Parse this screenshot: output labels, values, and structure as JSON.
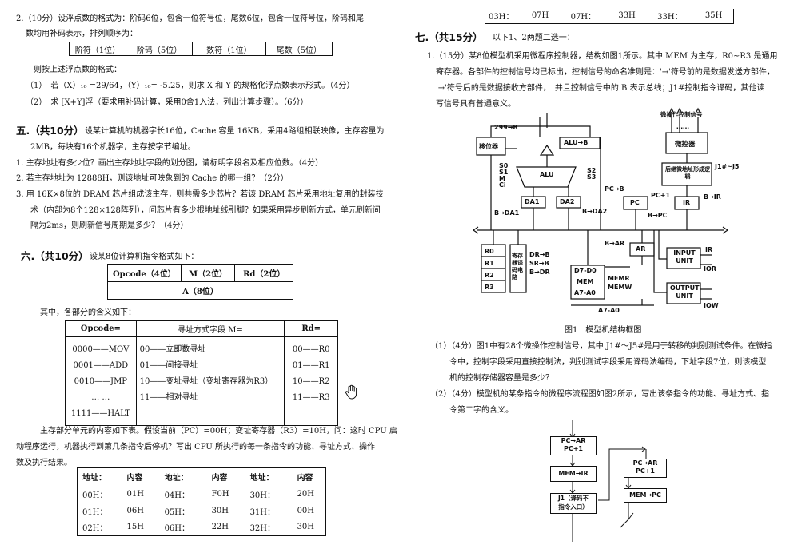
{
  "left": {
    "q2": {
      "line1": "2.（10分）设浮点数的格式为：阶码6位，包含一位符号位，尾数6位，包含一位符号位，阶码和尾",
      "line2": "数均用补码表示，排列顺序为：",
      "fmt": [
        "阶符（1位）",
        "阶码（5位）",
        "数符（1位）",
        "尾数（5位）"
      ],
      "line3": "则按上述浮点数的格式：",
      "sub1": "（1）　若（X）₁₀ =29/64，（Y）₁₀= -5.25，则求 X 和 Y 的规格化浮点数表示形式。（4分）",
      "sub2": "（2）　求 [X+Y]浮（要求用补码计算，采用0舍1入法，列出计算步骤）。（6分）"
    },
    "q5": {
      "title": "五.（共10分）",
      "line1": "设某计算机的机器字长16位，Cache 容量 16KB，采用4路组相联映像，主存容量为",
      "line2": "2MB，每块有16个机器字，主存按字节编址。",
      "items": [
        "1. 主存地址有多少位？画出主存地址字段的划分图，请标明字段名及相应位数。（4分）",
        "2. 若主存地址为 12888H，则该地址可映象到的 Cache 的哪一组？（2分）",
        "3. 用 16K×8位的 DRAM 芯片组成该主存，则共需多少芯片？若该 DRAM 芯片采用地址复用的封装技",
        "术（内部为8个128×128阵列），问芯片有多少根地址线引脚？如果采用异步刷新方式，单元刷新间",
        "隔为2ms，则刷新信号周期是多少？（4分）"
      ]
    },
    "q6": {
      "title": "六.（共10分）",
      "intro": "设某8位计算机指令格式如下：",
      "fmt_row1": [
        "Opcode（4位）",
        "M（2位）",
        "Rd（2位）"
      ],
      "fmt_row2": "A（8位）",
      "meaning": "其中，各部分的含义如下：",
      "table_headers": [
        "Opcode=",
        "寻址方式字段 M=",
        "Rd="
      ],
      "opcode_col": [
        "0000——MOV",
        "0001——ADD",
        "0010——JMP",
        "… …",
        "1111——HALT"
      ],
      "m_col": [
        "00——立即数寻址",
        "01——间接寻址",
        "10——变址寻址（变址寄存器为R3）",
        "11——相对寻址"
      ],
      "rd_col": [
        "00——R0",
        "01——R1",
        "10——R2",
        "11——R3"
      ],
      "para1": "主存部分单元的内容如下表。假设当前（PC）=00H；变址寄存器（R3）=10H，问：这时 CPU 启",
      "para2": "动程序运行，机器执行到第几条指令后停机？写出 CPU 所执行的每一条指令的功能、寻址方式、操作",
      "para3": "数及执行结果。",
      "mem_headers": [
        "地址：",
        "内容",
        "地址：",
        "内容",
        "地址：",
        "内容"
      ],
      "mem_rows": [
        [
          "00H：",
          "01H",
          "04H：",
          "F0H",
          "30H：",
          "20H"
        ],
        [
          "01H：",
          "06H",
          "05H：",
          "30H",
          "31H：",
          "00H"
        ],
        [
          "02H：",
          "15H",
          "06H：",
          "22H",
          "32H：",
          "30H"
        ]
      ]
    }
  },
  "right": {
    "mem_top_row": [
      "03H：",
      "07H",
      "07H：",
      "33H",
      "33H：",
      "35H"
    ],
    "q7": {
      "title": "七.（共15分）",
      "intro": "以下1、2两题二选一：",
      "p1": "1.（15分）某8位模型机采用微程序控制器，结构如图1所示。其中 MEM 为主存，R0~R3 是通用",
      "p2": "寄存器。各部件的控制信号均已标出，控制信号的命名准则是：'→'符号前的是数据发送方部件，",
      "p3": "'→'符号后的是数据接收方部件，　并且控制信号中的 B 表示总线；J1#控制指令译码，其他读",
      "p4": "写信号具有普通意义。",
      "fig_caption": "图1　模型机结构框图",
      "sub1a": "（1）（4分）图1中有28个微操作控制信号，其中 J1#～J5#是用于转移的判别测试条件。在微指",
      "sub1b": "令中，控制字段采用直接控制法，判别测试字段采用译码法编码，下址字段7位，则该模型",
      "sub1c": "机的控制存储器容量是多少？",
      "sub2a": "（2）（4分）模型机的某条指令的微程序流程图如图2所示，写出该条指令的功能、寻址方式、指",
      "sub2b": "令第二字的含义。"
    },
    "diagram": {
      "micro_signals": "微操作控制信号",
      "dots": "……",
      "signal_299": "299→B",
      "shifter": "移位器",
      "alu_b": "ALU→B",
      "alu": "ALU",
      "s0": "S0",
      "s1": "S1",
      "m": "M",
      "ci": "Ci",
      "s2": "S2",
      "s3": "S3",
      "da1": "DA1",
      "da2": "DA2",
      "b_da1": "B→DA1",
      "b_da2": "B→DA2",
      "microcontroller": "微控器",
      "jcircuit": "后继微地址形成逻辑",
      "j1_5": "J1#~J5",
      "pc_b": "PC→B",
      "pc_1": "PC+1",
      "pc": "PC",
      "b_pc": "B→PC",
      "ir": "IR",
      "b_ir": "B→IR",
      "b_ar": "B→AR",
      "ar": "AR",
      "input_unit": "INPUT UNIT",
      "output_unit": "OUTPUT UNIT",
      "r0": "R0",
      "r1": "R1",
      "r2": "R2",
      "r3": "R3",
      "reg_decoder": "寄存器译码电路",
      "dr_b": "DR→B",
      "sr_b": "SR→B",
      "b_dr": "B→DR",
      "d7d0": "D7-D0",
      "mem": "MEM",
      "a7a0_inner": "A7-A0",
      "memr": "MEMR",
      "memw": "MEMW",
      "a7a0": "A7-A0",
      "ir_sig": "IR",
      "ior": "IOR",
      "iow": "IOW"
    },
    "flow": {
      "b1a": "PC→AR",
      "b1b": "PC+1",
      "b2": "MEM→IR",
      "b3a": "J1（译码不",
      "b3b": "指令入口）",
      "b4a": "PC→AR",
      "b4b": "PC+1",
      "b5": "MEM→PC"
    }
  }
}
